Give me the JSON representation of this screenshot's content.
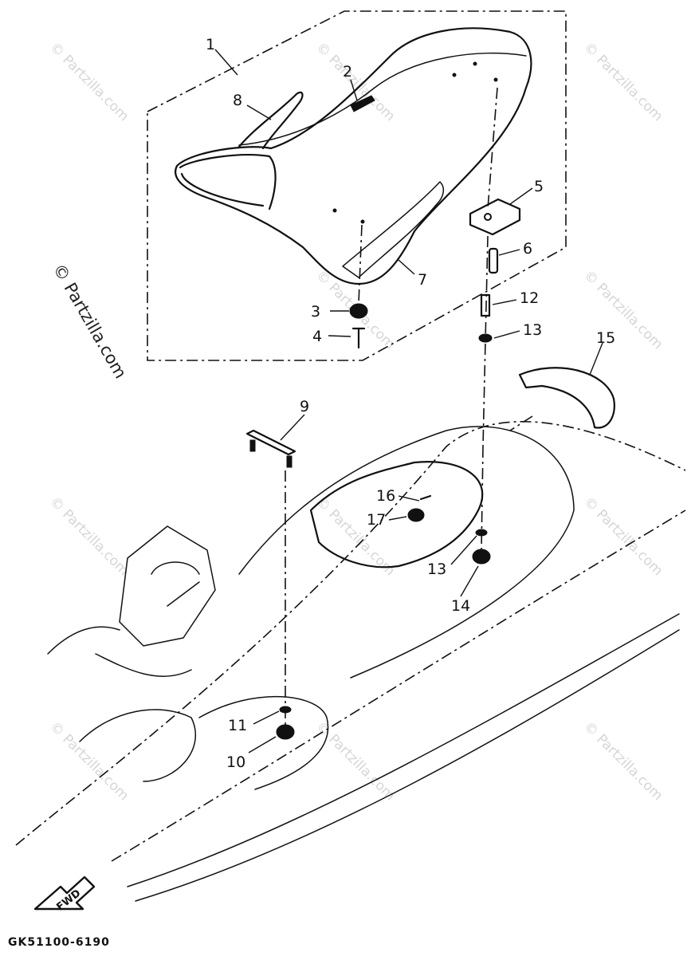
{
  "callouts": [
    {
      "num": "1"
    },
    {
      "num": "2"
    },
    {
      "num": "3"
    },
    {
      "num": "4"
    },
    {
      "num": "5"
    },
    {
      "num": "6"
    },
    {
      "num": "7"
    },
    {
      "num": "8"
    },
    {
      "num": "9"
    },
    {
      "num": "10"
    },
    {
      "num": "11"
    },
    {
      "num": "12"
    },
    {
      "num": "13"
    },
    {
      "num": "13"
    },
    {
      "num": "14"
    },
    {
      "num": "15"
    },
    {
      "num": "16"
    },
    {
      "num": "17"
    }
  ],
  "watermark": {
    "text": "© Partzilla.com"
  },
  "direction_label": "FWD",
  "part_code": "GK51100-6190"
}
